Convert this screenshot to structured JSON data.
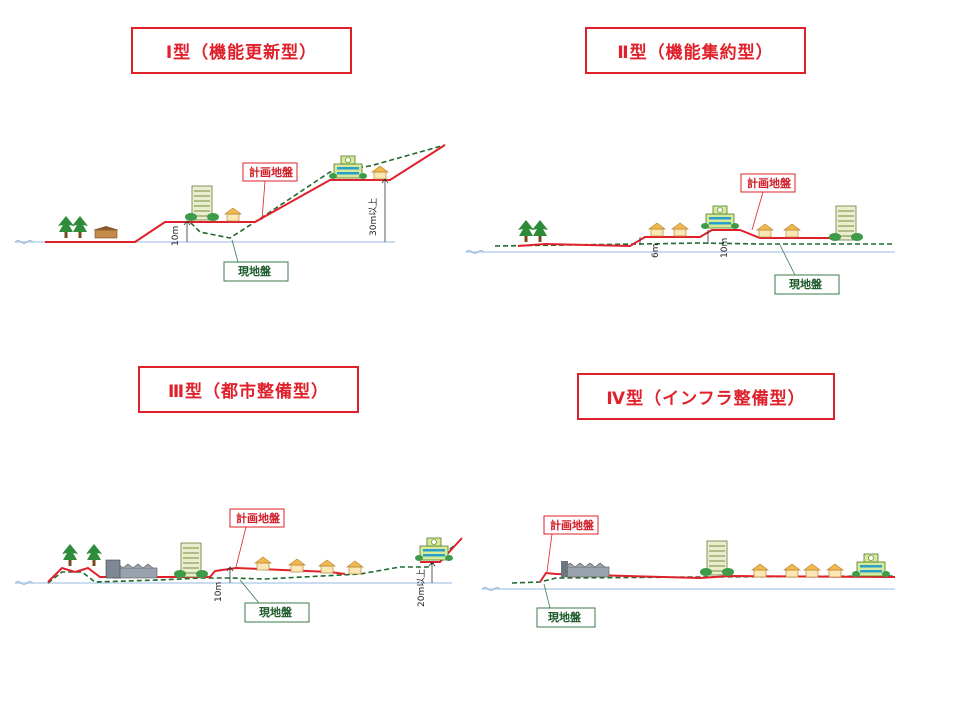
{
  "panels": [
    {
      "title": "Ⅰ型（機能更新型）",
      "plan_label": "計画地盤",
      "ground_label": "現地盤",
      "dims": [
        "10m",
        "30m以上"
      ]
    },
    {
      "title": "Ⅱ型（機能集約型）",
      "plan_label": "計画地盤",
      "ground_label": "現地盤",
      "dims": [
        "6m",
        "10m"
      ]
    },
    {
      "title": "Ⅲ型（都市整備型）",
      "plan_label": "計画地盤",
      "ground_label": "現地盤",
      "dims": [
        "10m",
        "20m以上"
      ]
    },
    {
      "title": "Ⅳ型（インフラ整備型）",
      "plan_label": "計画地盤",
      "ground_label": "現地盤",
      "dims": []
    }
  ],
  "colors": {
    "plan_line": "#e0212b",
    "ground_line": "#1f6a2e",
    "sea_line": "#a9c6e8",
    "tree": "#2e8b3a",
    "building": "#c9d98a",
    "house": "#f5d27a"
  },
  "icons": [
    "tree-icon",
    "house-icon",
    "building-icon",
    "hospital-icon",
    "apartment-icon",
    "factory-icon"
  ]
}
